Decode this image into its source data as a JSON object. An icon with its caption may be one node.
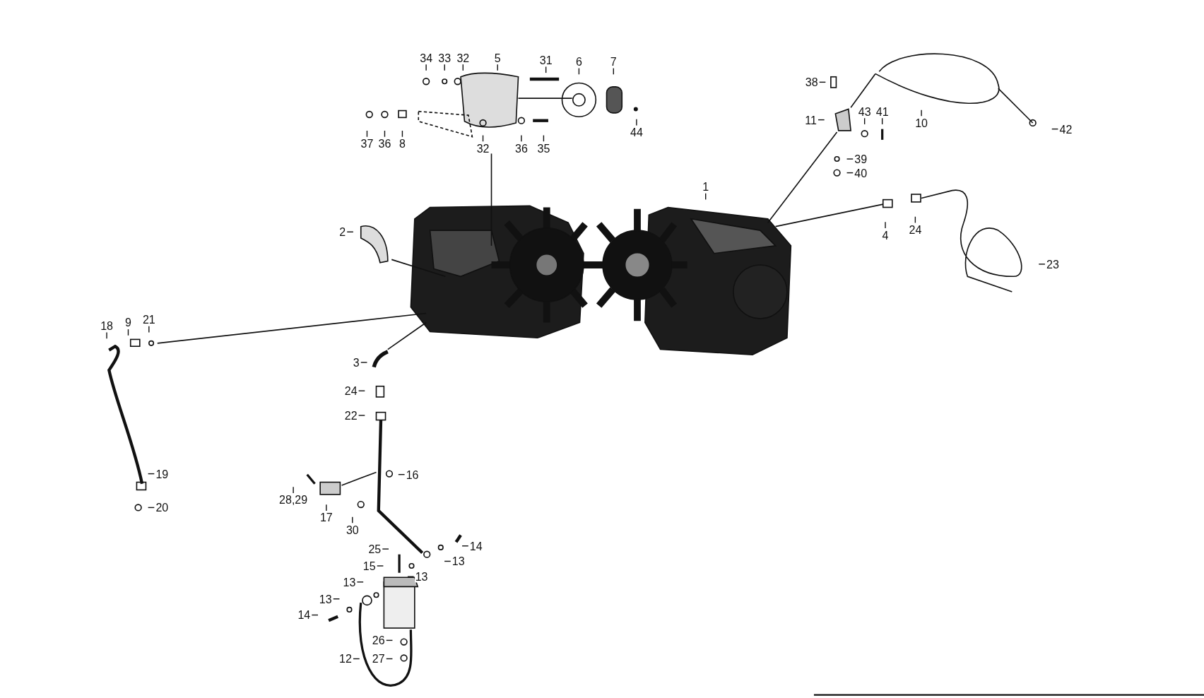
{
  "diagram": {
    "nodes": [
      {
        "text": [
          "34"
        ]
      },
      {
        "text": [
          "33"
        ]
      },
      {
        "text": [
          "32"
        ]
      },
      {
        "text": [
          "5"
        ]
      },
      {
        "text": [
          "31"
        ]
      },
      {
        "text": [
          "6"
        ]
      },
      {
        "text": [
          "7"
        ]
      },
      {
        "text": [
          "37"
        ]
      },
      {
        "text": [
          "36"
        ]
      },
      {
        "text": [
          "8"
        ]
      },
      {
        "text": [
          "32"
        ]
      },
      {
        "text": [
          "36"
        ]
      },
      {
        "text": [
          "35"
        ]
      },
      {
        "text": [
          "44"
        ]
      },
      {
        "text": [
          "38"
        ]
      },
      {
        "text": [
          "11"
        ]
      },
      {
        "text": [
          "43"
        ]
      },
      {
        "text": [
          "41"
        ]
      },
      {
        "text": [
          "10"
        ]
      },
      {
        "text": [
          "42"
        ]
      },
      {
        "text": [
          "39"
        ]
      },
      {
        "text": [
          "40"
        ]
      },
      {
        "text": [
          "1"
        ]
      },
      {
        "text": [
          "4"
        ]
      },
      {
        "text": [
          "24"
        ]
      },
      {
        "text": [
          "23"
        ]
      },
      {
        "text": [
          "2"
        ]
      },
      {
        "text": [
          "18"
        ]
      },
      {
        "text": [
          "9"
        ]
      },
      {
        "text": [
          "21"
        ]
      },
      {
        "text": [
          "3"
        ]
      },
      {
        "text": [
          "24"
        ]
      },
      {
        "text": [
          "22"
        ]
      },
      {
        "text": [
          "16"
        ]
      },
      {
        "text": [
          "19"
        ]
      },
      {
        "text": [
          "20"
        ]
      },
      {
        "text": [
          "28,29"
        ]
      },
      {
        "text": [
          "17"
        ]
      },
      {
        "text": [
          "30"
        ]
      },
      {
        "text": [
          "25"
        ]
      },
      {
        "text": [
          "14"
        ]
      },
      {
        "text": [
          "13"
        ]
      },
      {
        "text": [
          "15"
        ]
      },
      {
        "text": [
          "13"
        ]
      },
      {
        "text": [
          "13"
        ]
      },
      {
        "text": [
          "13"
        ]
      },
      {
        "text": [
          "14"
        ]
      },
      {
        "text": [
          "26"
        ]
      },
      {
        "text": [
          "27"
        ]
      },
      {
        "text": [
          "12"
        ]
      }
    ],
    "edges": [
      {
        "from": 0,
        "to": null,
        "arrow": "none"
      },
      {
        "from": 1,
        "to": null,
        "arrow": "none"
      },
      {
        "from": 2,
        "to": null,
        "arrow": "none"
      },
      {
        "from": 3,
        "to": null,
        "arrow": "none"
      },
      {
        "from": 4,
        "to": null,
        "arrow": "none"
      },
      {
        "from": 5,
        "to": null,
        "arrow": "none"
      },
      {
        "from": 6,
        "to": null,
        "arrow": "none"
      },
      {
        "from": 7,
        "to": null,
        "arrow": "none"
      },
      {
        "from": 8,
        "to": null,
        "arrow": "none"
      },
      {
        "from": 9,
        "to": null,
        "arrow": "none"
      },
      {
        "from": 10,
        "to": null,
        "arrow": "none"
      },
      {
        "from": 11,
        "to": null,
        "arrow": "none"
      },
      {
        "from": 12,
        "to": null,
        "arrow": "none"
      },
      {
        "from": 13,
        "to": null,
        "arrow": "none"
      },
      {
        "from": 14,
        "to": null,
        "arrow": "none"
      },
      {
        "from": 15,
        "to": null,
        "arrow": "none"
      },
      {
        "from": 16,
        "to": null,
        "arrow": "none"
      },
      {
        "from": 17,
        "to": null,
        "arrow": "none"
      },
      {
        "from": 18,
        "to": null,
        "arrow": "none"
      },
      {
        "from": 19,
        "to": null,
        "arrow": "none"
      },
      {
        "from": 20,
        "to": null,
        "arrow": "none"
      },
      {
        "from": 21,
        "to": null,
        "arrow": "none"
      },
      {
        "from": 22,
        "to": null,
        "arrow": "none"
      },
      {
        "from": 23,
        "to": null,
        "arrow": "none"
      },
      {
        "from": 24,
        "to": null,
        "arrow": "none"
      },
      {
        "from": 25,
        "to": null,
        "arrow": "none"
      },
      {
        "from": 26,
        "to": null,
        "arrow": "none"
      },
      {
        "from": 27,
        "to": null,
        "arrow": "none"
      },
      {
        "from": 28,
        "to": null,
        "arrow": "none"
      },
      {
        "from": 29,
        "to": null,
        "arrow": "none"
      },
      {
        "from": 30,
        "to": null,
        "arrow": "none"
      },
      {
        "from": 31,
        "to": null,
        "arrow": "none"
      },
      {
        "from": 32,
        "to": null,
        "arrow": "none"
      },
      {
        "from": 33,
        "to": null,
        "arrow": "none"
      },
      {
        "from": 34,
        "to": null,
        "arrow": "none"
      },
      {
        "from": 35,
        "to": null,
        "arrow": "none"
      },
      {
        "from": 36,
        "to": null,
        "arrow": "none"
      },
      {
        "from": 37,
        "to": null,
        "arrow": "none"
      },
      {
        "from": 38,
        "to": null,
        "arrow": "none"
      },
      {
        "from": 39,
        "to": null,
        "arrow": "none"
      },
      {
        "from": 40,
        "to": null,
        "arrow": "none"
      },
      {
        "from": 41,
        "to": null,
        "arrow": "none"
      },
      {
        "from": 42,
        "to": null,
        "arrow": "none"
      },
      {
        "from": 43,
        "to": null,
        "arrow": "none"
      },
      {
        "from": 44,
        "to": null,
        "arrow": "none"
      },
      {
        "from": 45,
        "to": null,
        "arrow": "none"
      },
      {
        "from": 46,
        "to": null,
        "arrow": "none"
      },
      {
        "from": 47,
        "to": null,
        "arrow": "none"
      },
      {
        "from": 48,
        "to": null,
        "arrow": "none"
      },
      {
        "from": 49,
        "to": null,
        "arrow": "none"
      }
    ]
  }
}
